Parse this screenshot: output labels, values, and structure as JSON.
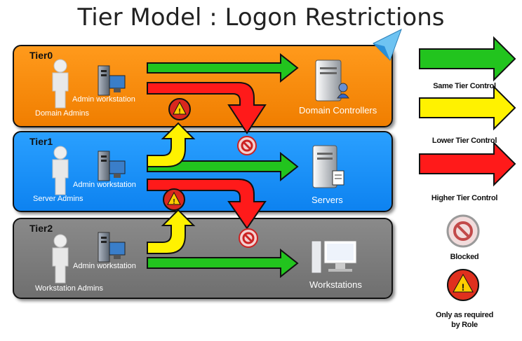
{
  "title": "Tier Model : Logon Restrictions",
  "tiers": [
    {
      "name": "Tier0",
      "admin": "Domain Admins",
      "workstation": "Admin workstation",
      "target": "Domain Controllers"
    },
    {
      "name": "Tier1",
      "admin": "Server Admins",
      "workstation": "Admin workstation",
      "target": "Servers"
    },
    {
      "name": "Tier2",
      "admin": "Workstation Admins",
      "workstation": "Admin workstation",
      "target": "Workstations"
    }
  ],
  "legend": {
    "same": "Same Tier Control",
    "lower": "Lower Tier Control",
    "higher": "Higher Tier Control",
    "blocked": "Blocked",
    "role_line1": "Only as required",
    "role_line2": "by Role"
  },
  "colors": {
    "tier0": "#f28a00",
    "tier1": "#1b8ff5",
    "tier2": "#7d7d7d",
    "same": "#22c41e",
    "lower": "#fff200",
    "higher": "#ff1a1a"
  }
}
